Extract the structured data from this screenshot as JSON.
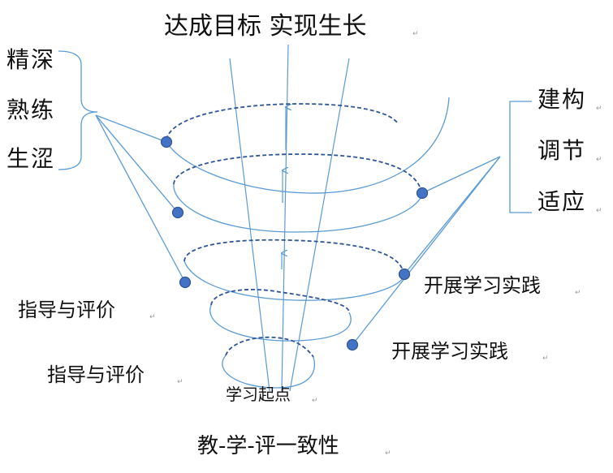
{
  "title": "达成目标 实现生长",
  "left_group": [
    "精深",
    "熟练",
    "生涩"
  ],
  "right_group": [
    "建构",
    "调节",
    "适应"
  ],
  "left_labels": [
    "指导与评价",
    "指导与评价"
  ],
  "right_labels": [
    "开展学习实践",
    "开展学习实践"
  ],
  "start_label": "学习起点",
  "bottom_label": "教-学-评一致性",
  "colors": {
    "line": "#5b9bd5",
    "dashed": "#2f5597",
    "dot_fill": "#4472c4",
    "dot_stroke": "#2f5597",
    "text": "#111111"
  }
}
